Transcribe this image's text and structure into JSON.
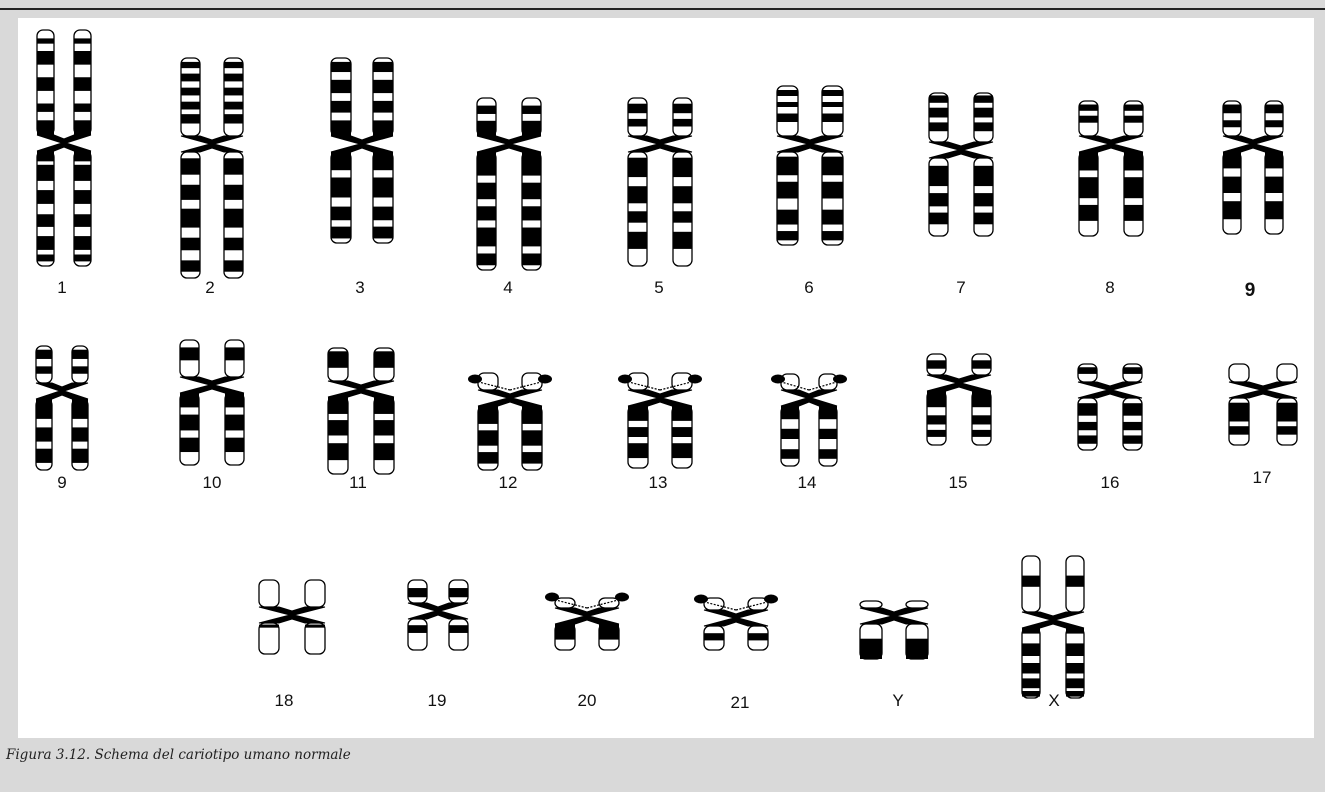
{
  "figure": {
    "caption": "Figura 3.12. Schema del cariotipo umano normale",
    "colors": {
      "band": "#000000",
      "outline": "#000000",
      "background": "#ffffff",
      "satellite": "#000000"
    }
  },
  "chromosomes": [
    {
      "id": "1",
      "label": "1",
      "row": 1
    },
    {
      "id": "2",
      "label": "2",
      "row": 1
    },
    {
      "id": "3",
      "label": "3",
      "row": 1
    },
    {
      "id": "4",
      "label": "4",
      "row": 1
    },
    {
      "id": "5",
      "label": "5",
      "row": 1
    },
    {
      "id": "6",
      "label": "6",
      "row": 1
    },
    {
      "id": "7",
      "label": "7",
      "row": 1
    },
    {
      "id": "8",
      "label": "8",
      "row": 1
    },
    {
      "id": "9a",
      "label": "9",
      "row": 1,
      "bold_label": true
    },
    {
      "id": "9b",
      "label": "9",
      "row": 2
    },
    {
      "id": "10",
      "label": "10",
      "row": 2
    },
    {
      "id": "11",
      "label": "11",
      "row": 2
    },
    {
      "id": "12",
      "label": "12",
      "row": 2,
      "satellites": true
    },
    {
      "id": "13",
      "label": "13",
      "row": 2,
      "satellites": true
    },
    {
      "id": "14",
      "label": "14",
      "row": 2,
      "satellites": true
    },
    {
      "id": "15",
      "label": "15",
      "row": 2
    },
    {
      "id": "16",
      "label": "16",
      "row": 2
    },
    {
      "id": "17",
      "label": "17",
      "row": 2
    },
    {
      "id": "18",
      "label": "18",
      "row": 3
    },
    {
      "id": "19",
      "label": "19",
      "row": 3
    },
    {
      "id": "20",
      "label": "20",
      "row": 3,
      "satellites": true
    },
    {
      "id": "21",
      "label": "21",
      "row": 3,
      "satellites": true
    },
    {
      "id": "Y",
      "label": "Y",
      "row": 3
    },
    {
      "id": "X",
      "label": "X",
      "row": 3
    }
  ]
}
